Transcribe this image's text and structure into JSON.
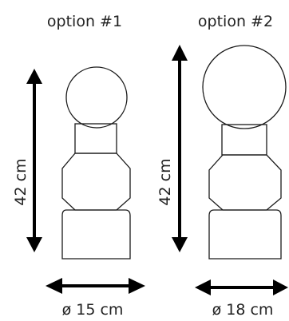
{
  "options": [
    {
      "title": "option #1",
      "height_label": "42 cm",
      "diameter_label": "ø 15 cm"
    },
    {
      "title": "option #2",
      "height_label": "42 cm",
      "diameter_label": "ø 18 cm"
    }
  ]
}
